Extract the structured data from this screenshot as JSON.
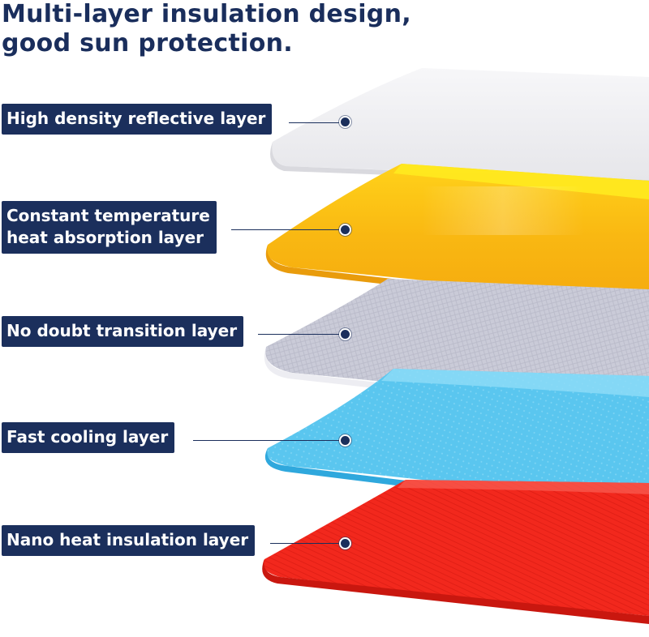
{
  "title": {
    "line1": "Multi-layer insulation design,",
    "line2": "good sun protection."
  },
  "layers": [
    {
      "label_lines": [
        "High density reflective layer"
      ],
      "color": "#f1f1f3",
      "icon": "dot-marker-icon"
    },
    {
      "label_lines": [
        "Constant temperature",
        "heat absorption layer"
      ],
      "color": "#f8b914",
      "icon": "dot-marker-icon"
    },
    {
      "label_lines": [
        "No doubt transition layer"
      ],
      "color": "#c8c9d6",
      "icon": "dot-marker-icon"
    },
    {
      "label_lines": [
        "Fast cooling layer"
      ],
      "color": "#5cc7ee",
      "icon": "dot-marker-icon"
    },
    {
      "label_lines": [
        "Nano heat insulation layer"
      ],
      "color": "#f0261d",
      "icon": "dot-marker-icon"
    }
  ],
  "colors": {
    "label_background": "#1b2f5c",
    "title_text": "#1a2e5c",
    "label_text": "#ffffff"
  }
}
